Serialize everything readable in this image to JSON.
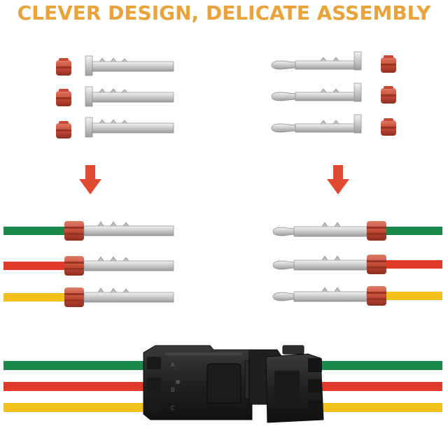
{
  "header": {
    "title": "CLEVER DESIGN, DELICATE ASSEMBLY"
  },
  "colors": {
    "title": "#e8a33a",
    "seal": "#c8503e",
    "metal": "#cfcfcf",
    "arrow": "#e04a33",
    "wire_green": "#1a8a4a",
    "wire_red": "#e23a2a",
    "wire_yellow": "#f2c21a",
    "connector": "#2a2a2a"
  },
  "icons": {
    "arrow_left": "down-arrow-icon",
    "arrow_right": "down-arrow-icon"
  },
  "connector_markings": {
    "a": "A",
    "b": "B",
    "c": "C"
  }
}
